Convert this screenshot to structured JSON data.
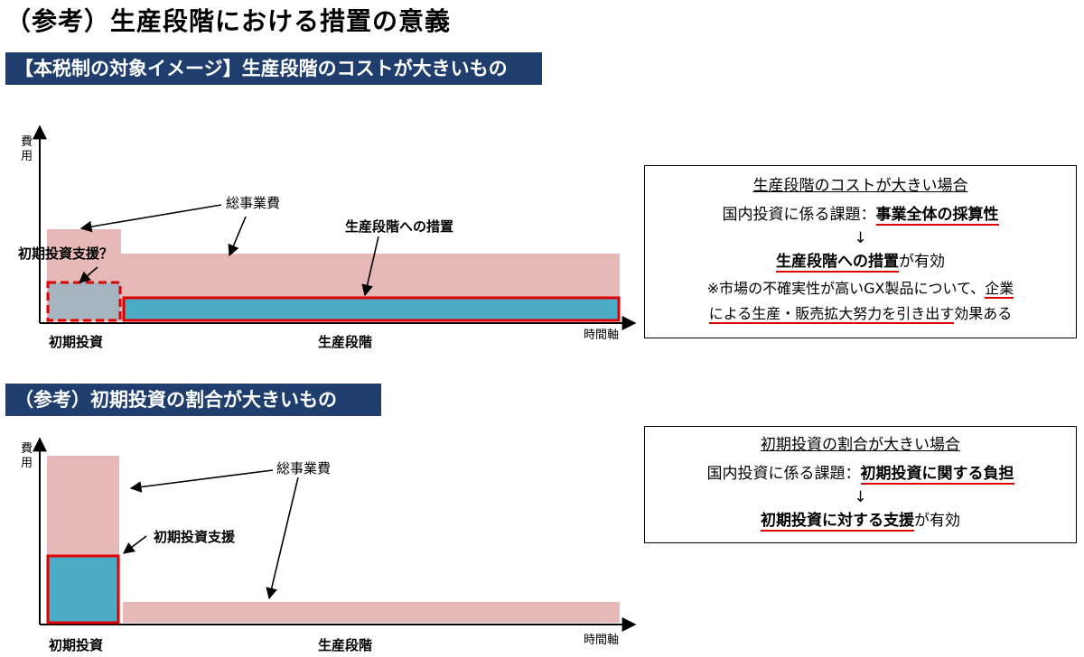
{
  "title": "（参考）生産段階における措置の意義",
  "section1": {
    "banner": "【本税制の対象イメージ】生産段階のコストが大きいもの",
    "y_axis": "費用",
    "x_axis": "時間軸",
    "x_initial": "初期投資",
    "x_production": "生産段階",
    "label_total": "総事業費",
    "label_measure": "生産段階への措置",
    "label_support_q": "初期投資支援？",
    "box": {
      "heading": "生産段階のコストが大きい場合",
      "issue_prefix": "国内投資に係る課題：",
      "issue_emph": "事業全体の採算性",
      "arrow": "↓",
      "effect_emph": "生産段階への措置",
      "effect_suffix": "が有効",
      "note_line1_a": "※市場の不確実性が高いGX製品について、",
      "note_line1_b": "企業",
      "note_line2": "による生産・販売拡大努力を引き出す",
      "note_line2_suffix": "効果ある"
    }
  },
  "section2": {
    "banner": "（参考）初期投資の割合が大きいもの",
    "y_axis": "費用",
    "x_axis": "時間軸",
    "x_initial": "初期投資",
    "x_production": "生産段階",
    "label_total": "総事業費",
    "label_support": "初期投資支援",
    "box": {
      "heading": "初期投資の割合が大きい場合",
      "issue_prefix": "国内投資に係る課題：",
      "issue_emph": "初期投資に関する負担",
      "arrow": "↓",
      "effect_emph": "初期投資に対する支援",
      "effect_suffix": "が有効"
    }
  },
  "colors": {
    "banner": "#1f3e6e",
    "pink": "#e6b8b8",
    "teal": "#4bacc6",
    "gray": "#a6b4bf",
    "red": "#e00000"
  }
}
